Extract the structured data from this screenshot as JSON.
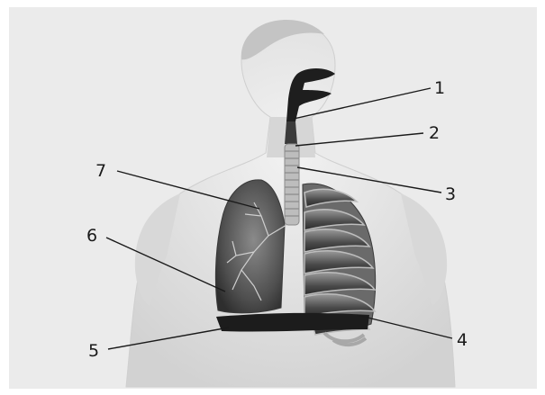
{
  "labels": [
    {
      "id": "1",
      "text": "1"
    },
    {
      "id": "2",
      "text": "2"
    },
    {
      "id": "3",
      "text": "3"
    },
    {
      "id": "4",
      "text": "4"
    },
    {
      "id": "5",
      "text": "5"
    },
    {
      "id": "6",
      "text": "6"
    },
    {
      "id": "7",
      "text": "7"
    }
  ],
  "colors": {
    "background": "#ebebeb",
    "body": "#dcdcdc",
    "organ_dark": "#2b2b2b",
    "lung": "#5a5a5a",
    "ribs": "#8f8f8f",
    "leader_line": "#1a1a1a"
  }
}
